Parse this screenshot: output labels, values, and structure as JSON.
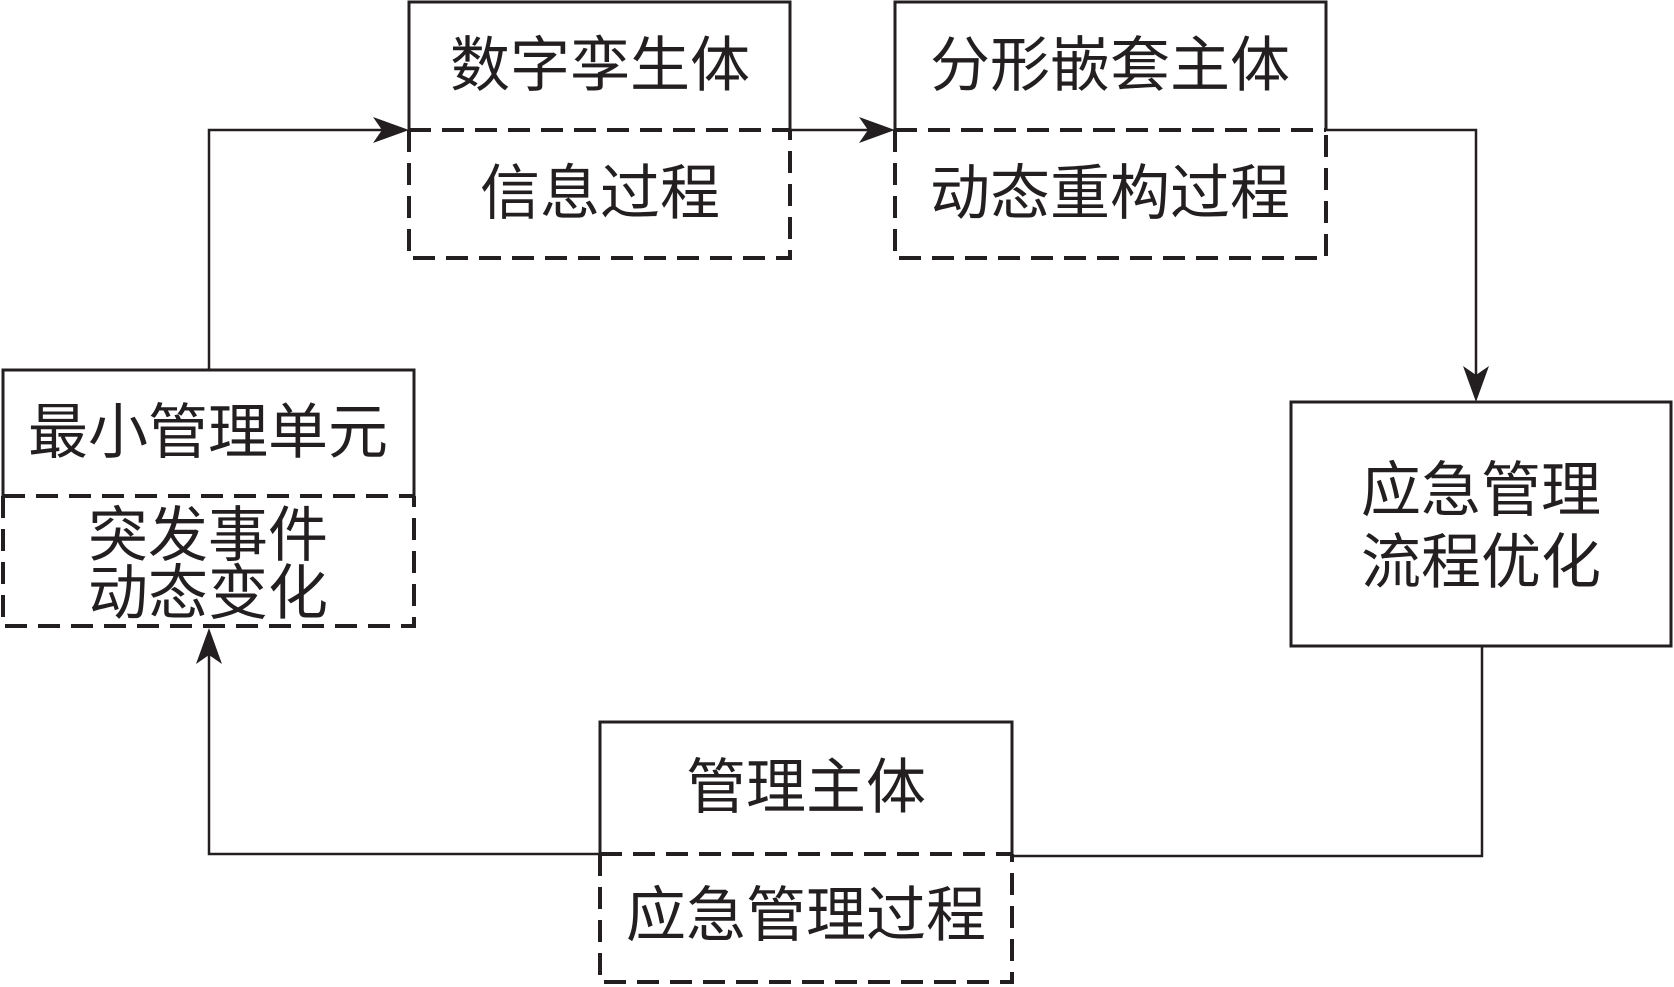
{
  "colors": {
    "stroke": "#231f20",
    "background": "#ffffff"
  },
  "nodes": {
    "digital_twin": {
      "title": "数字孪生体",
      "process": "信息过程"
    },
    "fractal_nested_subject": {
      "title": "分形嵌套主体",
      "process": "动态重构过程"
    },
    "minimal_management_unit": {
      "title": "最小管理单元",
      "process_lines": [
        "突发事件",
        "动态变化"
      ]
    },
    "process_optimization": {
      "lines": [
        "应急管理",
        "流程优化"
      ]
    },
    "management_subject": {
      "title": "管理主体",
      "process": "应急管理过程"
    }
  }
}
